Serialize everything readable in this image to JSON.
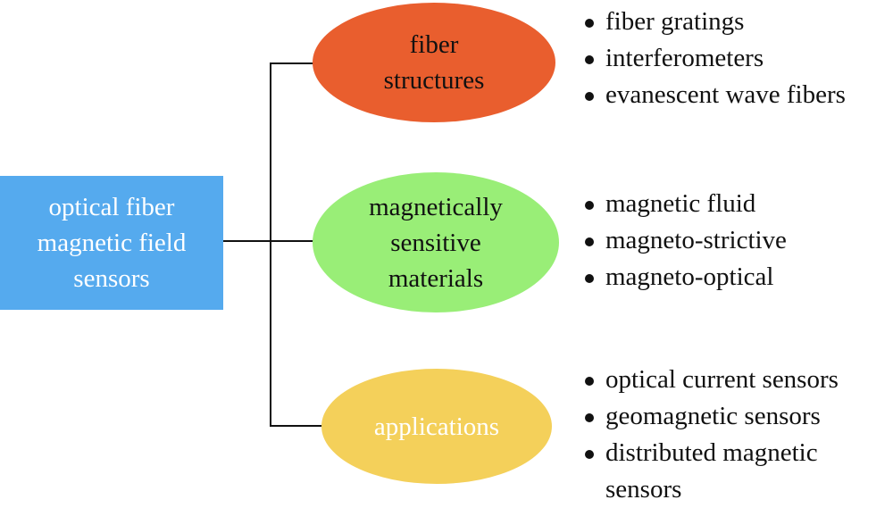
{
  "diagram": {
    "root": {
      "lines": [
        "optical fiber",
        "magnetic field",
        "sensors"
      ],
      "color": "#55aaee"
    },
    "branches": [
      {
        "name": "fiber structures",
        "lines": [
          "fiber",
          "structures"
        ],
        "color": "#e95e2e",
        "items": [
          "fiber gratings",
          "interferometers",
          "evanescent wave fibers"
        ]
      },
      {
        "name": "magnetically sensitive materials",
        "lines": [
          "magnetically",
          "sensitive",
          "materials"
        ],
        "color": "#99ee77",
        "items": [
          "magnetic fluid",
          "magneto-strictive",
          "magneto-optical"
        ]
      },
      {
        "name": "applications",
        "lines": [
          "applications"
        ],
        "color": "#f4d05a",
        "items": [
          "optical current sensors",
          "geomagnetic sensors",
          "distributed magnetic sensors"
        ]
      }
    ]
  }
}
